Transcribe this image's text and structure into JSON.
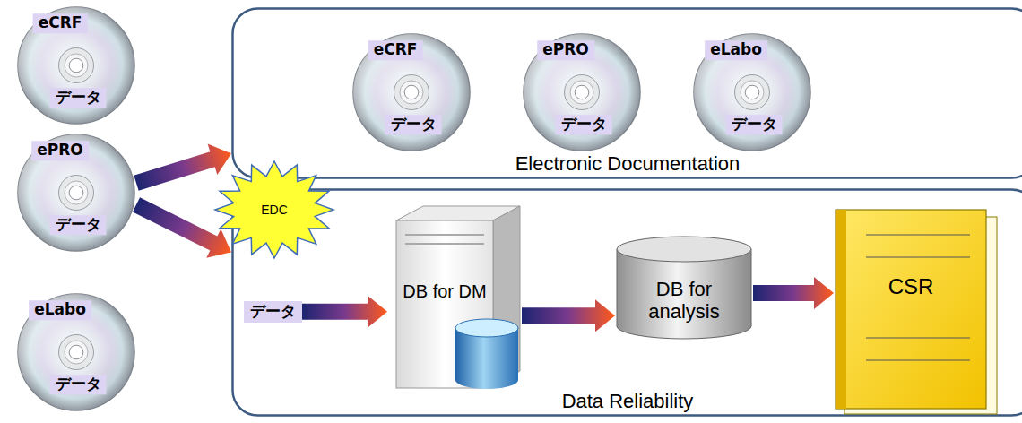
{
  "diagram": {
    "nodes": [
      {
        "text": [
          "eCRF",
          "データ"
        ]
      },
      {
        "text": [
          "ePRO",
          "データ"
        ]
      },
      {
        "text": [
          "eLabo",
          "データ"
        ]
      },
      {
        "text": [
          "EDC"
        ]
      },
      {
        "text": [
          "Electronic Documentation"
        ]
      },
      {
        "text": [
          "eCRF",
          "データ"
        ],
        "in": 4
      },
      {
        "text": [
          "ePRO",
          "データ"
        ],
        "in": 4
      },
      {
        "text": [
          "eLabo",
          "データ"
        ],
        "in": 4
      },
      {
        "text": [
          "Data Reliability"
        ]
      },
      {
        "text": [
          "データ"
        ],
        "in": 8
      },
      {
        "text": [
          "DB for DM"
        ],
        "in": 8
      },
      {
        "text": [
          "DB for analysis"
        ],
        "in": 8
      },
      {
        "text": [
          "CSR"
        ],
        "in": 8
      }
    ],
    "edges": [
      {
        "from": 1,
        "to": 4,
        "arrow": "to"
      },
      {
        "from": 1,
        "to": 8,
        "arrow": "to"
      },
      {
        "from": 9,
        "to": 10,
        "arrow": "to"
      },
      {
        "from": 10,
        "to": 11,
        "arrow": "to"
      },
      {
        "from": 11,
        "to": 12,
        "arrow": "to"
      }
    ]
  }
}
